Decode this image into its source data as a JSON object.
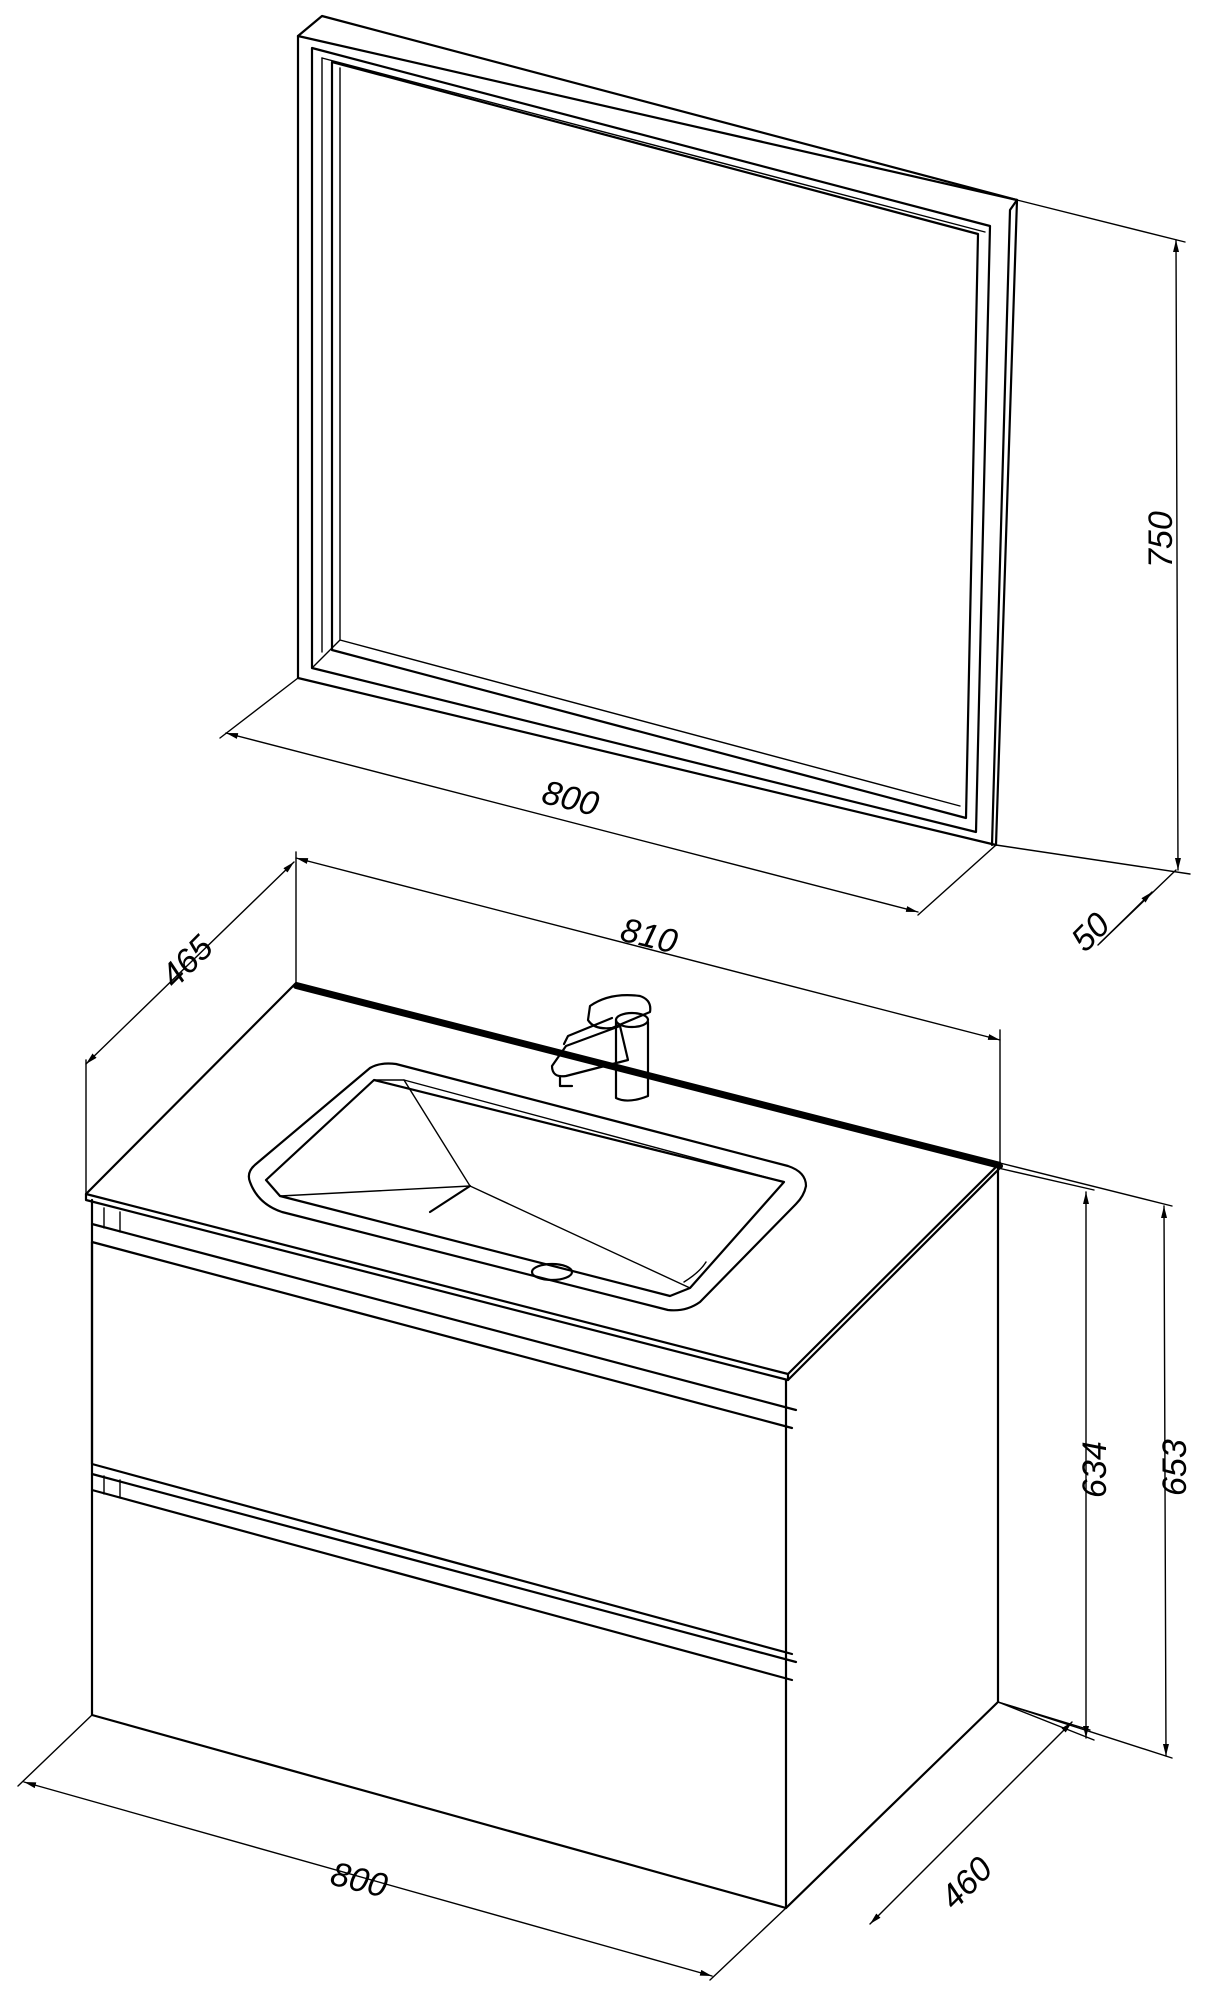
{
  "dimensions": {
    "mirror_width": "800",
    "mirror_height": "750",
    "mirror_depth": "50",
    "top_width": "810",
    "top_depth": "465",
    "cabinet_width": "800",
    "cabinet_depth": "460",
    "cabinet_height": "634",
    "total_height": "653"
  }
}
